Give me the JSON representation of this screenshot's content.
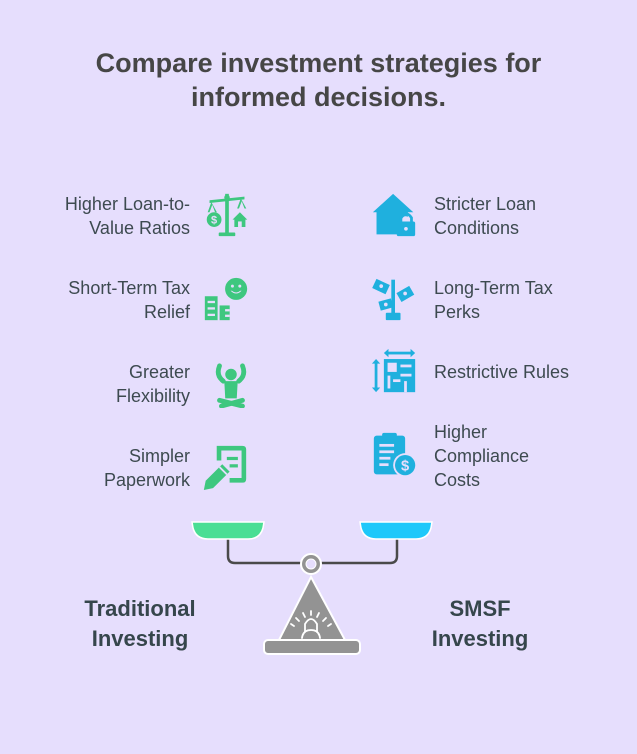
{
  "title": {
    "line1": "Compare investment strategies for",
    "line2": "informed decisions."
  },
  "colors": {
    "background": "#e6defd",
    "traditional_accent": "#3ec77f",
    "smsf_accent": "#1fb0de",
    "pan_left": "#4ade94",
    "pan_right": "#1ec8fa",
    "scale_body": "#939393",
    "text": "#3d4a50"
  },
  "traditional": {
    "label_line1": "Traditional",
    "label_line2": "Investing",
    "items": [
      {
        "line1": "Higher Loan-to-",
        "line2": "Value Ratios",
        "icon": "scale-money-house-icon"
      },
      {
        "line1": "Short-Term Tax",
        "line2": "Relief",
        "icon": "buildings-smile-icon"
      },
      {
        "line1": "Greater",
        "line2": "Flexibility",
        "icon": "yoga-person-icon"
      },
      {
        "line1": "Simpler",
        "line2": "Paperwork",
        "icon": "document-pencil-icon"
      }
    ]
  },
  "smsf": {
    "label_line1": "SMSF",
    "label_line2": "Investing",
    "items": [
      {
        "line1": "Stricter Loan",
        "line2": "Conditions",
        "icon": "house-lock-icon"
      },
      {
        "line1": "Long-Term Tax",
        "line2": "Perks",
        "icon": "money-plant-icon"
      },
      {
        "line1": "Restrictive Rules",
        "line2": "",
        "icon": "floorplan-dimensions-icon"
      },
      {
        "line1": "Higher",
        "line2": "Compliance",
        "line3": "Costs",
        "icon": "clipboard-dollar-icon"
      }
    ]
  }
}
